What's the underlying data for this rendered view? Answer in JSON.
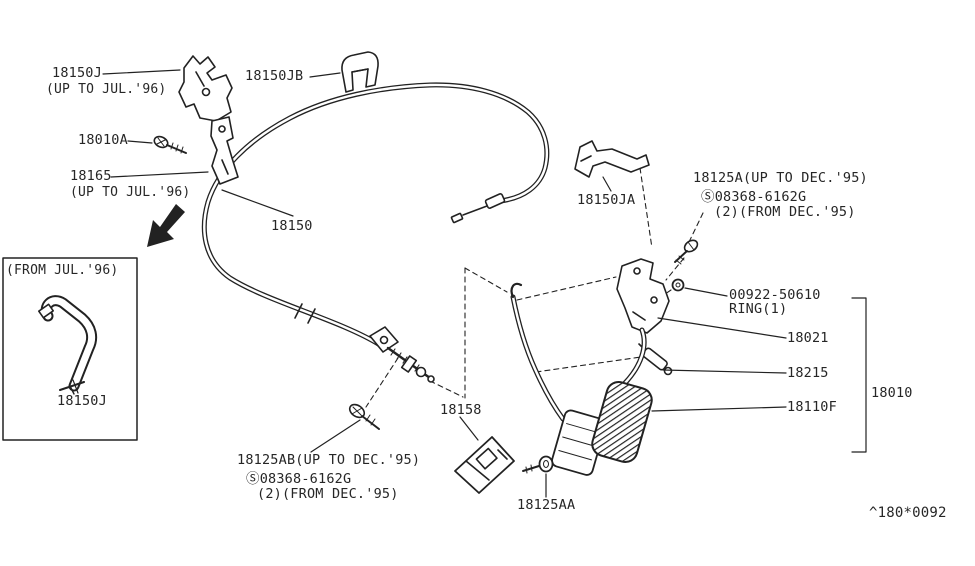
{
  "page": {
    "background": "#ffffff",
    "ink": "#222222"
  },
  "labels": {
    "bracket_top_part": "18150J",
    "bracket_top_note": "(UP TO JUL.'96)",
    "clip_jb": "18150JB",
    "screw_a": "18010A",
    "bracket_165": "18165",
    "bracket_165_note": "(UP TO JUL.'96)",
    "cable": "18150",
    "clip_ja": "18150JA",
    "s125a_l1": "18125A(UP TO DEC.'95)",
    "s125a_l2": "Ⓢ08368-6162G",
    "s125a_l3": "(2)(FROM DEC.'95)",
    "ring_l1": "00922-50610",
    "ring_l2": "RING(1)",
    "p18021": "18021",
    "p18215": "18215",
    "p18010": "18010",
    "p18110f": "18110F",
    "inset_note": "(FROM JUL.'96)",
    "inset_part": "18150J",
    "p18158": "18158",
    "s125ab_l1": "18125AB(UP TO DEC.'95)",
    "s125ab_l2": "Ⓢ08368-6162G",
    "s125ab_l3": "(2)(FROM DEC.'95)",
    "p18125aa": "18125AA",
    "doc_code": "^180*0092"
  }
}
